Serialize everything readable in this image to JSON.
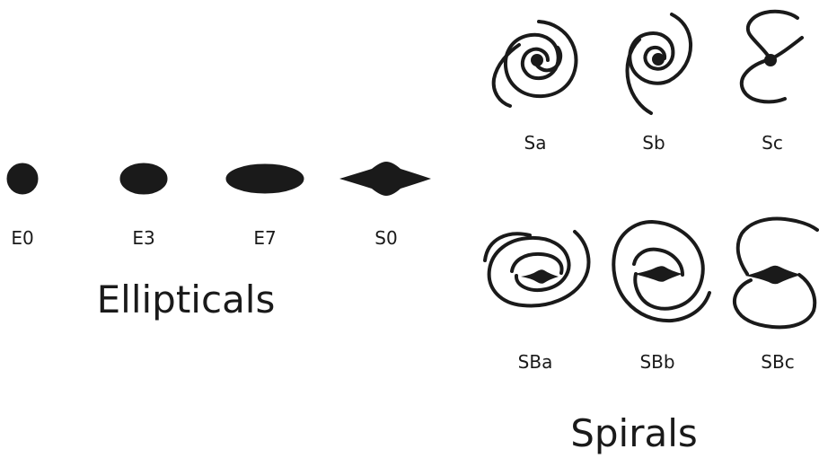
{
  "ellipticals": {
    "heading": "Ellipticals",
    "items": [
      {
        "label": "E0"
      },
      {
        "label": "E3"
      },
      {
        "label": "E7"
      },
      {
        "label": "S0"
      }
    ]
  },
  "spirals": {
    "heading": "Spirals",
    "items": [
      {
        "label": "Sa"
      },
      {
        "label": "Sb"
      },
      {
        "label": "Sc"
      },
      {
        "label": "SBa"
      },
      {
        "label": "SBb"
      },
      {
        "label": "SBc"
      }
    ]
  },
  "colors": {
    "ink": "#1a1a1a",
    "background": "#ffffff"
  }
}
